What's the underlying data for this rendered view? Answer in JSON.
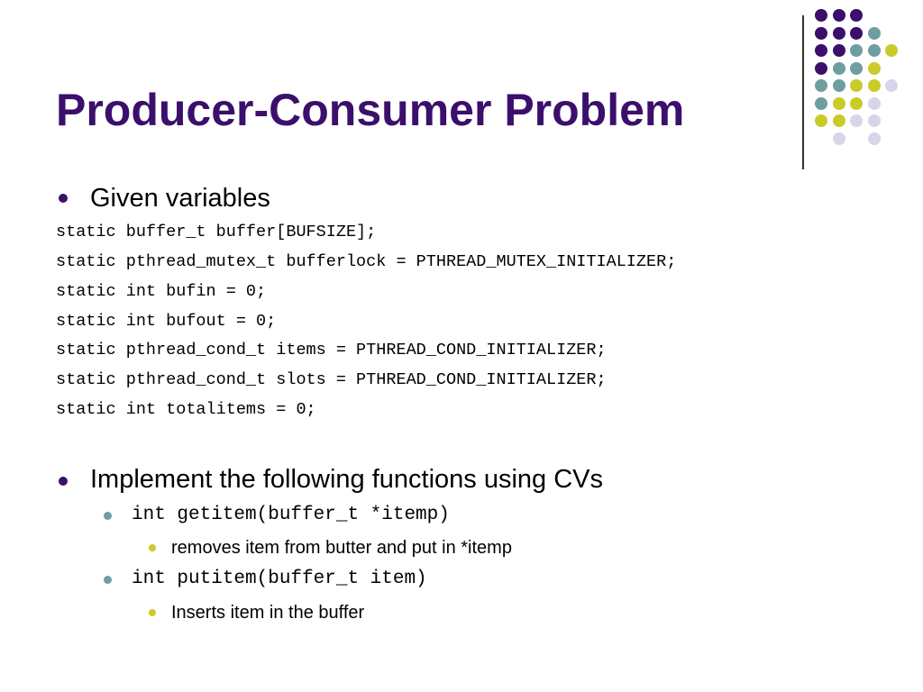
{
  "slide": {
    "title": "Producer-Consumer Problem",
    "bullet1": "Given variables",
    "code_lines": [
      "static buffer_t buffer[BUFSIZE];",
      "static pthread_mutex_t bufferlock = PTHREAD_MUTEX_INITIALIZER;",
      "static int bufin = 0;",
      "static int bufout = 0;",
      "static pthread_cond_t items = PTHREAD_COND_INITIALIZER;",
      "static pthread_cond_t slots = PTHREAD_COND_INITIALIZER;",
      "static int totalitems = 0;"
    ],
    "bullet2": "Implement the following functions using CVs",
    "functions": [
      {
        "signature": "int getitem(buffer_t *itemp)",
        "description": "removes item from butter and put in *itemp"
      },
      {
        "signature": "int putitem(buffer_t item)",
        "description": "Inserts item in the buffer"
      }
    ]
  },
  "colors": {
    "title": "#3b0f6b",
    "purple": "#3b0f6b",
    "teal": "#6f9ea0",
    "yellow": "#c9cb2a",
    "lavender": "#d6d6ea"
  },
  "decoration": {
    "dot_grid": [
      [
        "purple",
        "purple",
        "purple",
        null,
        null
      ],
      [
        "purple",
        "purple",
        "purple",
        "teal",
        null
      ],
      [
        "purple",
        "purple",
        "teal",
        "teal",
        "yellow"
      ],
      [
        "purple",
        "teal",
        "teal",
        "yellow",
        null
      ],
      [
        "teal",
        "teal",
        "yellow",
        "yellow",
        "lavender"
      ],
      [
        "teal",
        "yellow",
        "yellow",
        "lavender",
        null
      ],
      [
        "yellow",
        "yellow",
        "lavender",
        "lavender",
        null
      ],
      [
        null,
        "lavender",
        null,
        "lavender",
        null
      ]
    ]
  }
}
